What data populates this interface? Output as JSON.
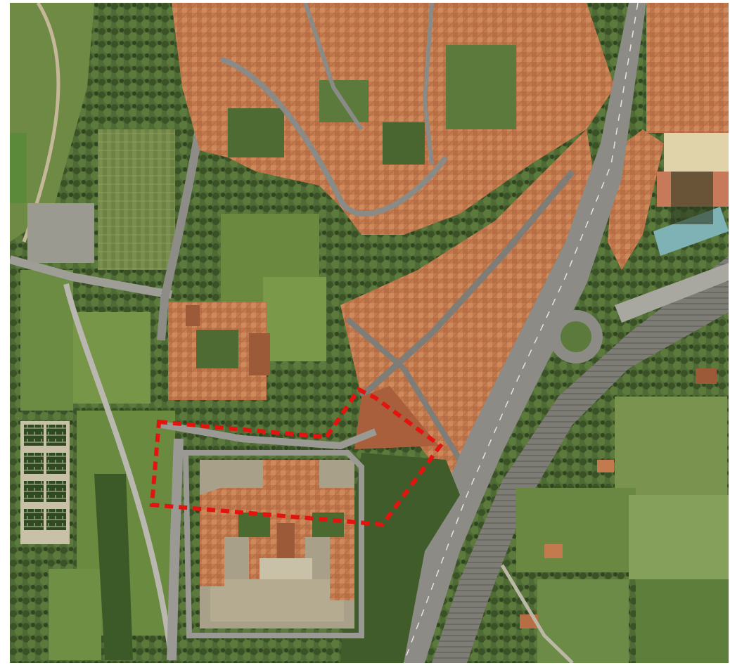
{
  "map": {
    "kind": "aerial-orthophoto",
    "colors": {
      "vegetation": "#4f6b35",
      "vegetation_dark": "#3a5226",
      "grass_light": "#7a8f4e",
      "roofs": "#c27a4e",
      "roofs_dark": "#9c5a38",
      "road": "#8a8a86",
      "road_light": "#b9b7b0",
      "bare_soil": "#b8a98a",
      "pool_roof": "#7fb2b4",
      "boundary": "#e3140f"
    },
    "boundary_style": "dashed",
    "features": [
      "city-blocks",
      "cloister-courtyard",
      "hedge-maze-garden",
      "main-highway",
      "roundabout",
      "railway-tracks",
      "sports-field"
    ]
  }
}
